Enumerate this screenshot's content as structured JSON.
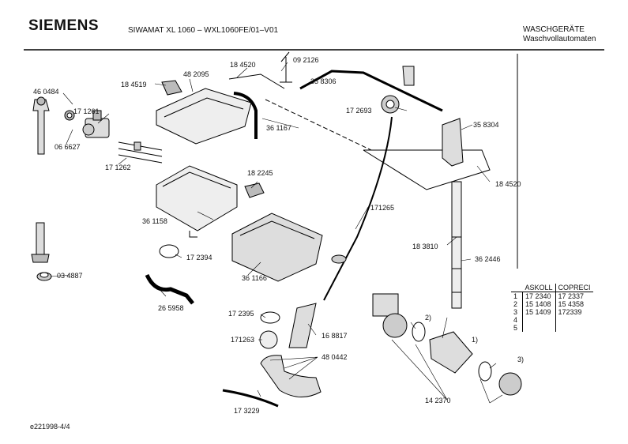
{
  "header": {
    "brand": "SIEMENS",
    "model": "SIWAMAT XL 1060 – WXL1060FE/01–V01",
    "category_de": "WASCHGERÄTE",
    "category_sub": "Waschvollautomaten"
  },
  "footer": {
    "code": "e221998-4/4"
  },
  "parts": {
    "p460484": "46 0484",
    "p171261": "17 1261",
    "p066627": "06 6627",
    "p171262": "17 1262",
    "p184519": "18 4519",
    "p482095": "48 2095",
    "p184520_top": "18 4520",
    "p092126": "09 2126",
    "p358306": "35 8306",
    "p361167": "36 1167",
    "p172693": "17 2693",
    "p358304": "35 8304",
    "p184520_right": "18 4520",
    "p182245": "18 2245",
    "p361158": "36 1158",
    "p171265": "171265",
    "p183810": "18 3810",
    "p362446": "36 2446",
    "p172394": "17 2394",
    "p361166": "36 1166",
    "p034887": "03 4887",
    "p265958": "26 5958",
    "p172395": "17 2395",
    "p168817": "16 8817",
    "p171263": "171263",
    "p480442": "48 0442",
    "p173229": "17 3229",
    "p142370": "14 2370",
    "c1": "1)",
    "c2": "2)",
    "c3": "3)"
  },
  "legend": {
    "headers": [
      "ASKOLL",
      "COPRECI"
    ],
    "rows": [
      {
        "n": "1",
        "a": "17 2340",
        "b": "17 2337"
      },
      {
        "n": "2",
        "a": "15 1408",
        "b": "15 4358"
      },
      {
        "n": "3",
        "a": "15 1409",
        "b": "172339"
      },
      {
        "n": "4",
        "a": "",
        "b": ""
      },
      {
        "n": "5",
        "a": "",
        "b": ""
      }
    ]
  }
}
